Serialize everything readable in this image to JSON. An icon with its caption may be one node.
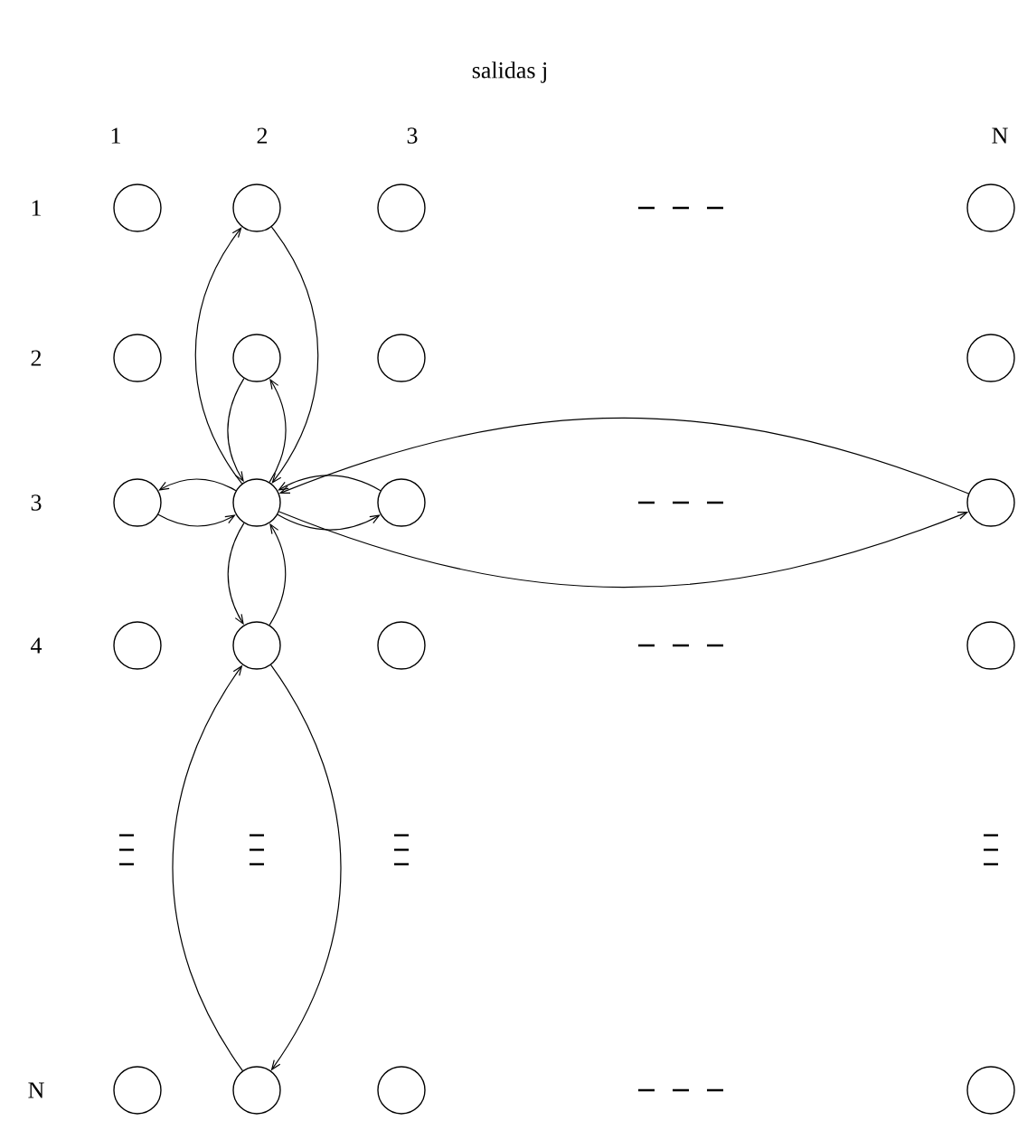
{
  "diagram": {
    "title": "salidas j",
    "nodes": [
      {
        "text": [],
        "shape": "circle"
      },
      {
        "text": [],
        "shape": "circle"
      },
      {
        "text": [],
        "shape": "circle"
      },
      {
        "text": [],
        "shape": "circle"
      },
      {
        "text": [],
        "shape": "circle"
      },
      {
        "text": [],
        "shape": "circle"
      },
      {
        "text": [],
        "shape": "circle"
      },
      {
        "text": [],
        "shape": "circle"
      },
      {
        "text": [],
        "shape": "circle"
      },
      {
        "text": [],
        "shape": "circle"
      },
      {
        "text": [],
        "shape": "circle"
      },
      {
        "text": [],
        "shape": "circle"
      },
      {
        "text": [],
        "shape": "circle"
      },
      {
        "text": [],
        "shape": "circle"
      },
      {
        "text": [],
        "shape": "circle"
      },
      {
        "text": [],
        "shape": "circle"
      },
      {
        "text": [],
        "shape": "circle"
      },
      {
        "text": [],
        "shape": "circle"
      },
      {
        "text": [],
        "shape": "circle"
      },
      {
        "text": [],
        "shape": "circle"
      }
    ],
    "edges": [
      {
        "from": 9,
        "to": 1,
        "arrow": "to"
      },
      {
        "from": 1,
        "to": 9,
        "arrow": "to"
      },
      {
        "from": 5,
        "to": 9,
        "arrow": "to"
      },
      {
        "from": 9,
        "to": 5,
        "arrow": "to"
      },
      {
        "from": 9,
        "to": 8,
        "arrow": "to"
      },
      {
        "from": 8,
        "to": 9,
        "arrow": "to"
      },
      {
        "from": 10,
        "to": 9,
        "arrow": "to"
      },
      {
        "from": 9,
        "to": 10,
        "arrow": "to"
      },
      {
        "from": 11,
        "to": 9,
        "arrow": "to"
      },
      {
        "from": 9,
        "to": 11,
        "arrow": "to"
      },
      {
        "from": 9,
        "to": 13,
        "arrow": "to"
      },
      {
        "from": 13,
        "to": 9,
        "arrow": "to"
      },
      {
        "from": 17,
        "to": 13,
        "arrow": "to"
      },
      {
        "from": 13,
        "to": 17,
        "arrow": "to"
      }
    ],
    "labels": [
      "1",
      "2",
      "3",
      "N",
      "1",
      "2",
      "3",
      "4",
      "N"
    ]
  }
}
